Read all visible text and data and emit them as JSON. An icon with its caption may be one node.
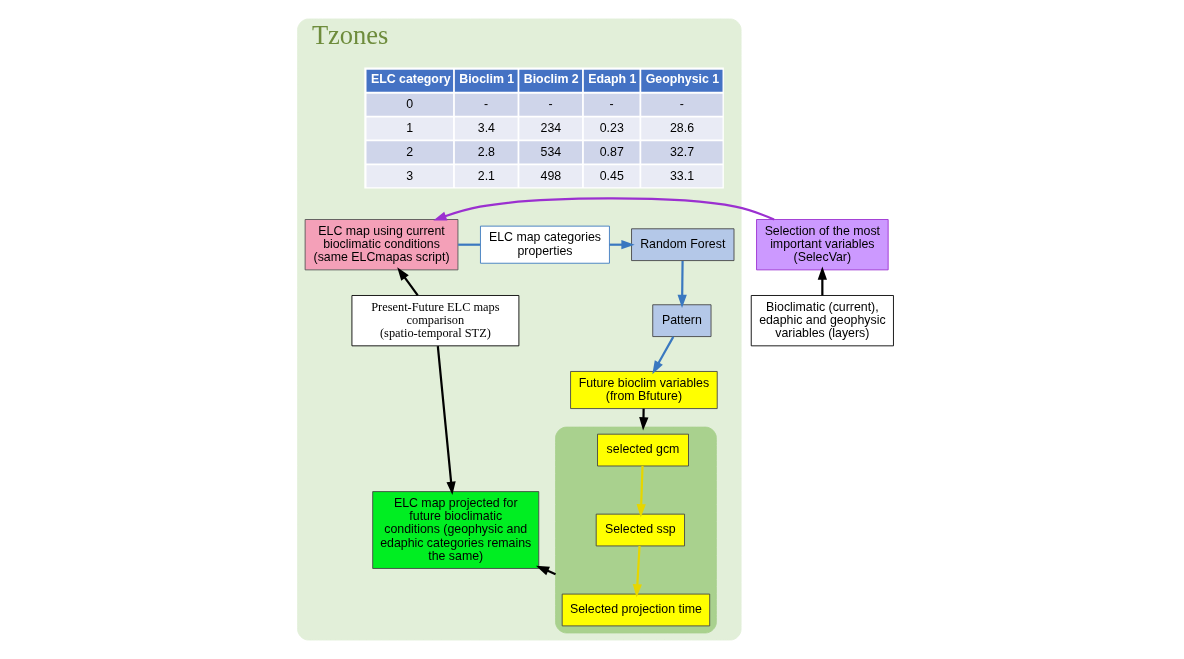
{
  "diagram": {
    "nodes": [
      {
        "text": [
          "Tzones"
        ]
      },
      {
        "text": [
          "Selection of the most important variables (SelecVar)"
        ]
      },
      {
        "text": [
          "Bioclimatic (current), edaphic and geophysic variables (layers)"
        ]
      },
      {
        "text": [
          "ELC map using current bioclimatic conditions (same ELCmapas script)"
        ],
        "in": 0
      },
      {
        "text": [
          "ELC map categories properties"
        ],
        "in": 0
      },
      {
        "text": [
          "Random Forest"
        ],
        "in": 0
      },
      {
        "text": [
          "Pattern"
        ],
        "in": 0
      },
      {
        "text": [
          "Future bioclim variables (from Bfuture)"
        ],
        "in": 0
      },
      {
        "text": [
          "Present-Future ELC maps comparison (spatio-temporal STZ)"
        ],
        "in": 0
      },
      {
        "text": [
          "ELC map projected for future bioclimatic conditions (geophysic and edaphic categories remains the same)"
        ],
        "in": 0
      },
      {
        "text": [],
        "shape": "box",
        "in": 0
      },
      {
        "text": [
          "selected gcm"
        ],
        "in": 10
      },
      {
        "text": [
          "Selected ssp"
        ],
        "in": 10
      },
      {
        "text": [
          "Selected projection time"
        ],
        "in": 10
      }
    ],
    "edges": [
      {
        "from": 2,
        "to": 1,
        "arrow": "to"
      },
      {
        "from": 1,
        "to": 3,
        "arrow": "to",
        "color": "#9b30d0"
      },
      {
        "from": 3,
        "to": 4,
        "arrow": "none",
        "color": "#3a78c0"
      },
      {
        "from": 4,
        "to": 5,
        "arrow": "to",
        "color": "#3a78c0"
      },
      {
        "from": 5,
        "to": 6,
        "arrow": "to",
        "color": "#3a78c0"
      },
      {
        "from": 6,
        "to": 7,
        "arrow": "to",
        "color": "#3a78c0"
      },
      {
        "from": 8,
        "to": 3,
        "arrow": "to"
      },
      {
        "from": 8,
        "to": 9,
        "arrow": "to"
      },
      {
        "from": 7,
        "to": 10,
        "arrow": "to"
      },
      {
        "from": 10,
        "to": 9,
        "arrow": "to"
      },
      {
        "from": 11,
        "to": 12,
        "arrow": "to",
        "color": "#e6d600"
      },
      {
        "from": 12,
        "to": 13,
        "arrow": "to",
        "color": "#e6d600"
      }
    ],
    "labels": [
      "ELC category",
      "Bioclim 1",
      "Bioclim 2",
      "Edaph 1",
      "Geophysic 1",
      "0",
      "-",
      "-",
      "-",
      "-",
      "1",
      "3.4",
      "234",
      "0.23",
      "28.6",
      "2",
      "2.8",
      "534",
      "0.87",
      "32.7",
      "3",
      "2.1",
      "498",
      "0.45",
      "33.1"
    ]
  }
}
